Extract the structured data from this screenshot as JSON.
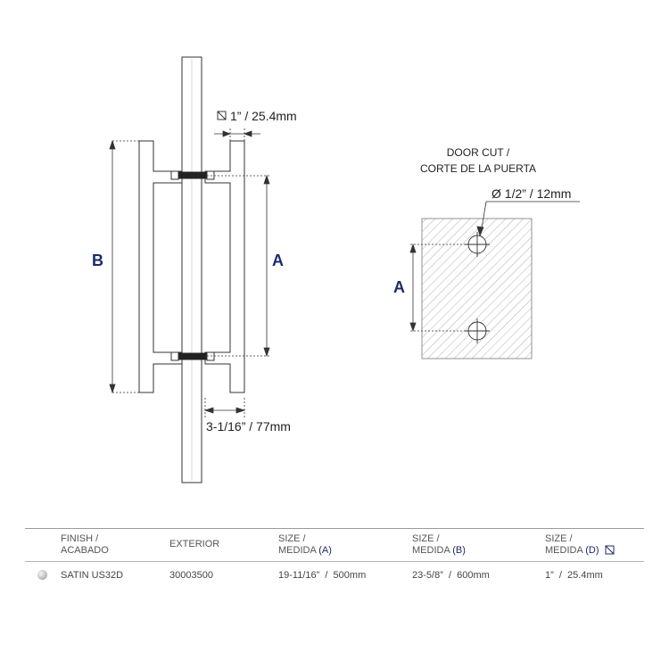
{
  "diagram": {
    "dimension_a": "A",
    "dimension_b": "B",
    "bar_size": "1” / 25.4mm",
    "projection": "3-1/16” / 77mm",
    "door_cut_title_en": "DOOR CUT /",
    "door_cut_title_es": "CORTE DE LA PUERTA",
    "hole_size": "Ø 1/2” / 12mm",
    "door_cut_dimension": "A"
  },
  "table": {
    "headers": {
      "finish_line1": "FINISH /",
      "finish_line2": "ACABADO",
      "exterior": "EXTERIOR",
      "size_a_line1": "SIZE /",
      "size_a_line2": "MEDIDA",
      "size_a_key": "(A)",
      "size_b_line1": "SIZE /",
      "size_b_line2": "MEDIDA",
      "size_b_key": "(B)",
      "size_d_line1": "SIZE /",
      "size_d_line2": "MEDIDA",
      "size_d_key": "(D)"
    },
    "rows": [
      {
        "finish": "SATIN US32D",
        "exterior": "30003500",
        "size_a": "19-11/16”  /  500mm",
        "size_b": "23-5/8”  /  600mm",
        "size_d": "1”  /  25.4mm"
      }
    ]
  },
  "colors": {
    "accent": "#1c2a6b",
    "line": "#333333",
    "hatch": "#9a9a9a"
  }
}
